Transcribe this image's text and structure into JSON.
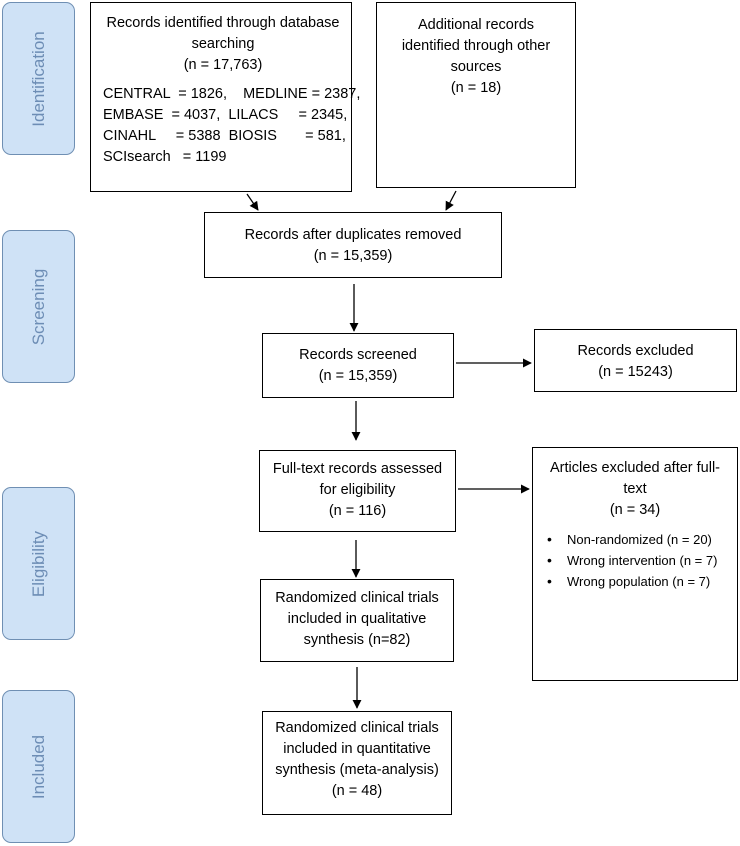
{
  "phases": {
    "identification": "Identification",
    "screening": "Screening",
    "eligibility": "Eligibility",
    "included": "Included"
  },
  "boxes": {
    "database_search": {
      "lines": [
        "Records identified through database",
        "searching",
        "(n = 17,763)"
      ],
      "sources": [
        "CENTRAL  = 1826,    MEDLINE = 2387,",
        "EMBASE  = 4037,  LILACS     = 2345,",
        "CINAHL     = 5388  BIOSIS       = 581,",
        "SCIsearch   = 1199"
      ]
    },
    "other_sources": {
      "lines": [
        "Additional records",
        "identified through other",
        "sources",
        "(n = 18)"
      ]
    },
    "duplicates_removed": {
      "lines": [
        "Records after duplicates removed",
        "(n = 15,359)"
      ]
    },
    "screened": {
      "lines": [
        "Records screened",
        "(n = 15,359)"
      ]
    },
    "excluded": {
      "lines": [
        "Records excluded",
        "(n = 15243)"
      ]
    },
    "fulltext_assessed": {
      "lines": [
        "Full-text records assessed",
        "for eligibility",
        "(n = 116)"
      ]
    },
    "fulltext_excluded": {
      "lines": [
        "Articles excluded after full-",
        "text",
        "(n = 34)"
      ],
      "reasons": [
        "Non-randomized (n = 20)",
        "Wrong intervention (n = 7)",
        "Wrong population (n = 7)"
      ]
    },
    "qualitative": {
      "lines": [
        "Randomized clinical trials",
        "included in qualitative",
        "synthesis (n=82)"
      ]
    },
    "quantitative": {
      "lines": [
        "Randomized clinical trials",
        "included in quantitative",
        "synthesis (meta-analysis)",
        "(n = 48)"
      ]
    }
  }
}
